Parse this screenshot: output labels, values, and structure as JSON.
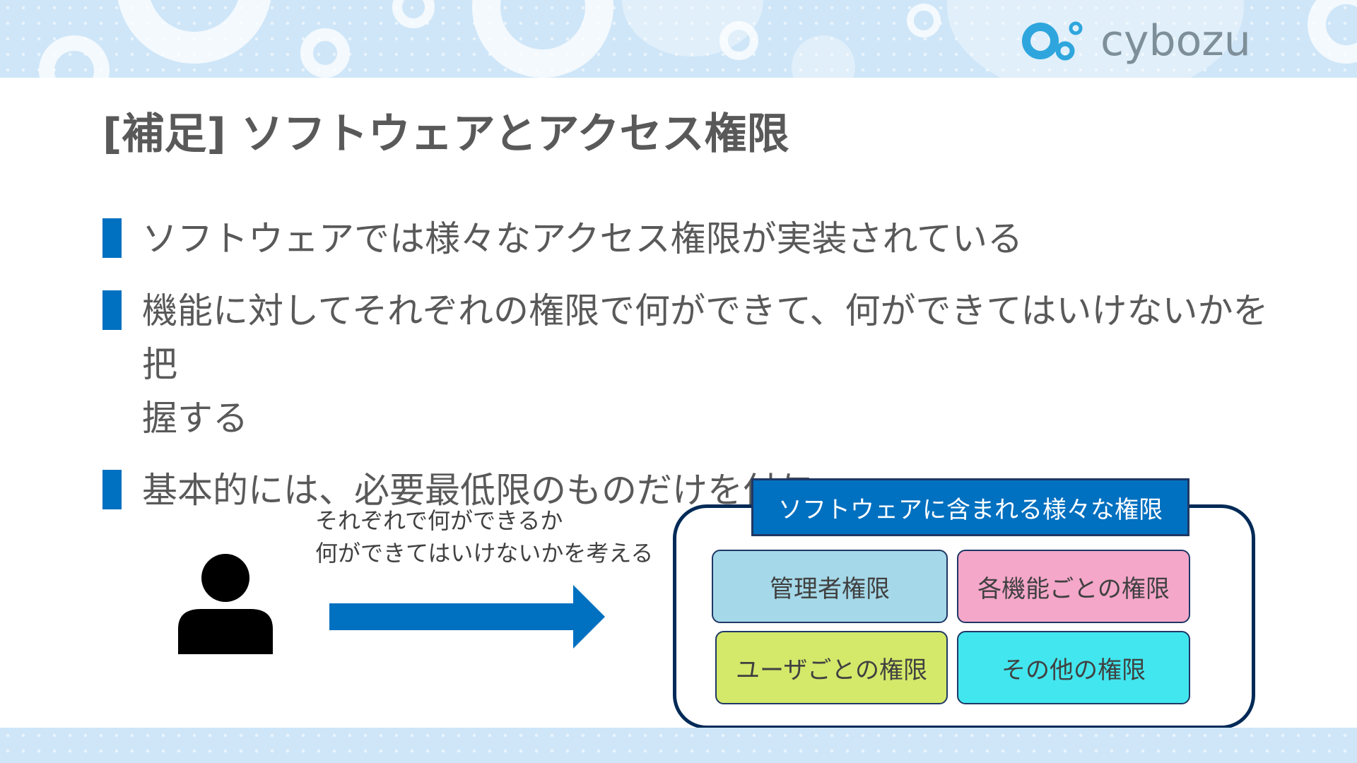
{
  "brand": {
    "logo_text": "cybozu",
    "accent": "#0070c0",
    "banner_color": "#cfe6f8"
  },
  "slide": {
    "title": "[補足] ソフトウェアとアクセス権限",
    "bullets": [
      {
        "lines": [
          "ソフトウェアでは様々なアクセス権限が実装されている"
        ]
      },
      {
        "lines": [
          "機能に対してそれぞれの権限で何ができて、何ができてはいけないかを把",
          "握する"
        ]
      },
      {
        "lines": [
          "基本的には、必要最低限のものだけを付与"
        ]
      }
    ]
  },
  "diagram": {
    "person_icon": "person-icon",
    "arrow_caption": [
      "それぞれで何ができるか",
      "何ができてはいけないかを考える"
    ],
    "panel": {
      "header": "ソフトウェアに含まれる様々な権限",
      "boxes": [
        {
          "label": "管理者権限",
          "color": "#a5d8e8"
        },
        {
          "label": "各機能ごとの権限",
          "color": "#f4a7c9"
        },
        {
          "label": "ユーザごとの権限",
          "color": "#d4e86a"
        },
        {
          "label": "その他の権限",
          "color": "#42e6ee"
        }
      ]
    }
  }
}
